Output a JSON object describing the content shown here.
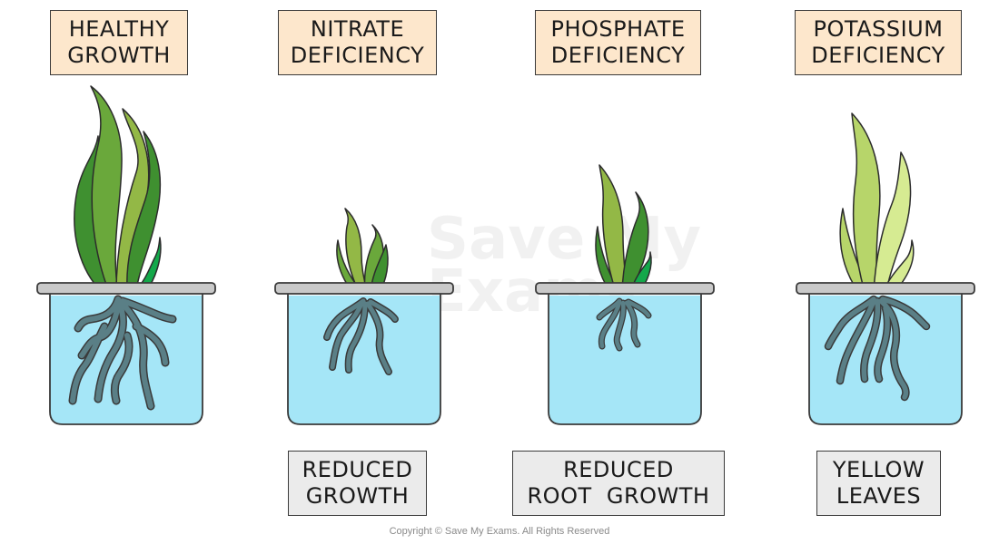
{
  "panels": [
    {
      "top_label": [
        "HEALTHY",
        "GROWTH"
      ],
      "bottom_label": []
    },
    {
      "top_label": [
        "NITRATE",
        "DEFICIENCY"
      ],
      "bottom_label": [
        "REDUCED",
        "GROWTH"
      ]
    },
    {
      "top_label": [
        "PHOSPHATE",
        "DEFICIENCY"
      ],
      "bottom_label": [
        "REDUCED",
        "ROOT  GROWTH"
      ]
    },
    {
      "top_label": [
        "POTASSIUM",
        "DEFICIENCY"
      ],
      "bottom_label": [
        "YELLOW",
        "LEAVES"
      ]
    }
  ],
  "watermark": [
    "Save My",
    "Exams"
  ],
  "copyright": "Copyright © Save My Exams. All Rights Reserved",
  "colors": {
    "water": "#a5e6f7",
    "root": "#5a7f86",
    "leaf_dark": "#3f9030",
    "leaf_mid": "#6aa83b",
    "leaf_light": "#93b846",
    "leaf_bright": "#13a84a",
    "leaf_yellow_1": "#b7d56a",
    "leaf_yellow_2": "#d6eb92",
    "top_label_bg": "#fde7cc",
    "bottom_label_bg": "#ebebeb"
  }
}
